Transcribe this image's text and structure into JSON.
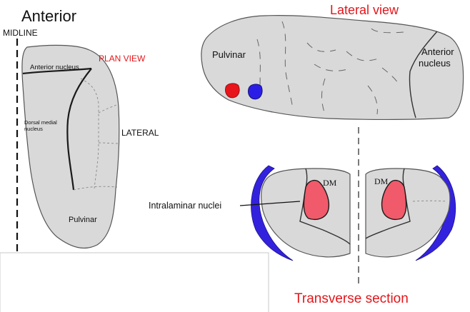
{
  "plan": {
    "direction_label": "Anterior",
    "midline_label": "MIDLINE",
    "view_label": "PLAN VIEW",
    "lateral_label": "LATERAL",
    "anterior_nucleus_label": "Anterior nucleus",
    "dorsal_medial_line1": "Dorsal medial",
    "dorsal_medial_line2": "nucleus",
    "pulvinar_label": "Pulvinar"
  },
  "lateral": {
    "view_label": "Lateral view",
    "pulvinar_label": "Pulvinar",
    "anterior_line1": "Anterior",
    "anterior_line2": "nucleus"
  },
  "transverse": {
    "view_label": "Transverse section",
    "dm_left": "DM",
    "dm_right": "DM",
    "intralaminar_label": "Intralaminar nuclei"
  },
  "colors": {
    "label_red": "#e3161b",
    "nucleus_fill": "#f05a6a",
    "red_dot": "#e8151b",
    "blue_dot": "#2a1ee6",
    "tract_blue": "#3322dd",
    "tissue_gray": "#d9d9d9"
  }
}
